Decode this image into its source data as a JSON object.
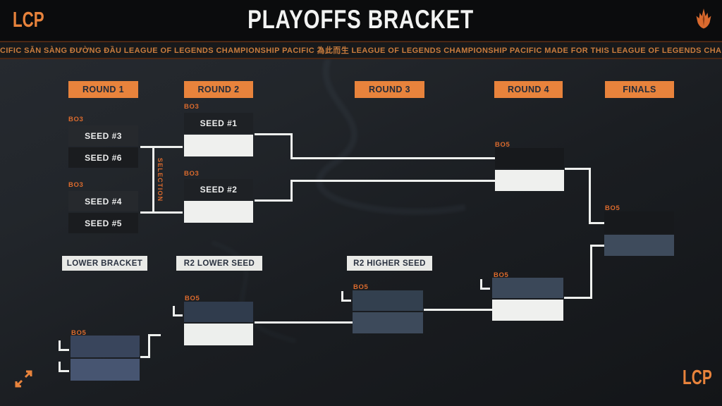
{
  "header": {
    "logo": "LCP",
    "title": "PLAYOFFS BRACKET",
    "emblem": "lcp-flame-emblem"
  },
  "ticker": {
    "text": "CIFIC  SẴN SÀNG ĐƯỜNG ĐẦU  LEAGUE OF LEGENDS CHAMPIONSHIP PACIFIC  為此而生  LEAGUE OF LEGENDS CHAMPIONSHIP PACIFIC  MADE FOR THIS  LEAGUE OF LEGENDS CHAMPIONSHIP PA"
  },
  "round_headers": [
    "ROUND 1",
    "ROUND 2",
    "ROUND 3",
    "ROUND 4",
    "FINALS"
  ],
  "lower_labels": [
    "LOWER BRACKET",
    "R2 LOWER SEED",
    "R2 HIGHER SEED"
  ],
  "selection_label": "SELECTION",
  "matches": {
    "upper_r1_a": {
      "format": "BO3",
      "slots": [
        "SEED #3",
        "SEED #6"
      ]
    },
    "upper_r1_b": {
      "format": "BO3",
      "slots": [
        "SEED #4",
        "SEED #5"
      ]
    },
    "upper_r2_a": {
      "format": "BO3",
      "slots": [
        "SEED #1",
        ""
      ]
    },
    "upper_r2_b": {
      "format": "BO3",
      "slots": [
        "SEED #2",
        ""
      ]
    },
    "upper_r4": {
      "format": "BO5",
      "slots": [
        "",
        ""
      ]
    },
    "finals": {
      "format": "BO5",
      "slots": [
        "",
        ""
      ]
    },
    "lower_a": {
      "format": "BO5",
      "slots": [
        "",
        ""
      ]
    },
    "lower_r2_lower_seed": {
      "format": "BO5",
      "slots": [
        "",
        ""
      ]
    },
    "lower_r2_higher_seed": {
      "format": "BO5",
      "slots": [
        "",
        ""
      ]
    },
    "lower_r4": {
      "format": "BO5",
      "slots": [
        "",
        ""
      ]
    }
  },
  "footer": {
    "logo": "LCP"
  },
  "colors": {
    "accent_orange": "#e8833c",
    "bo_label_orange": "#dd6b2d",
    "box_white": "#eff0ee",
    "box_dark": "#17191c",
    "box_navy": "#3e4b5c",
    "connector_white": "#eef0ee",
    "label_light": "#e9eae7"
  }
}
